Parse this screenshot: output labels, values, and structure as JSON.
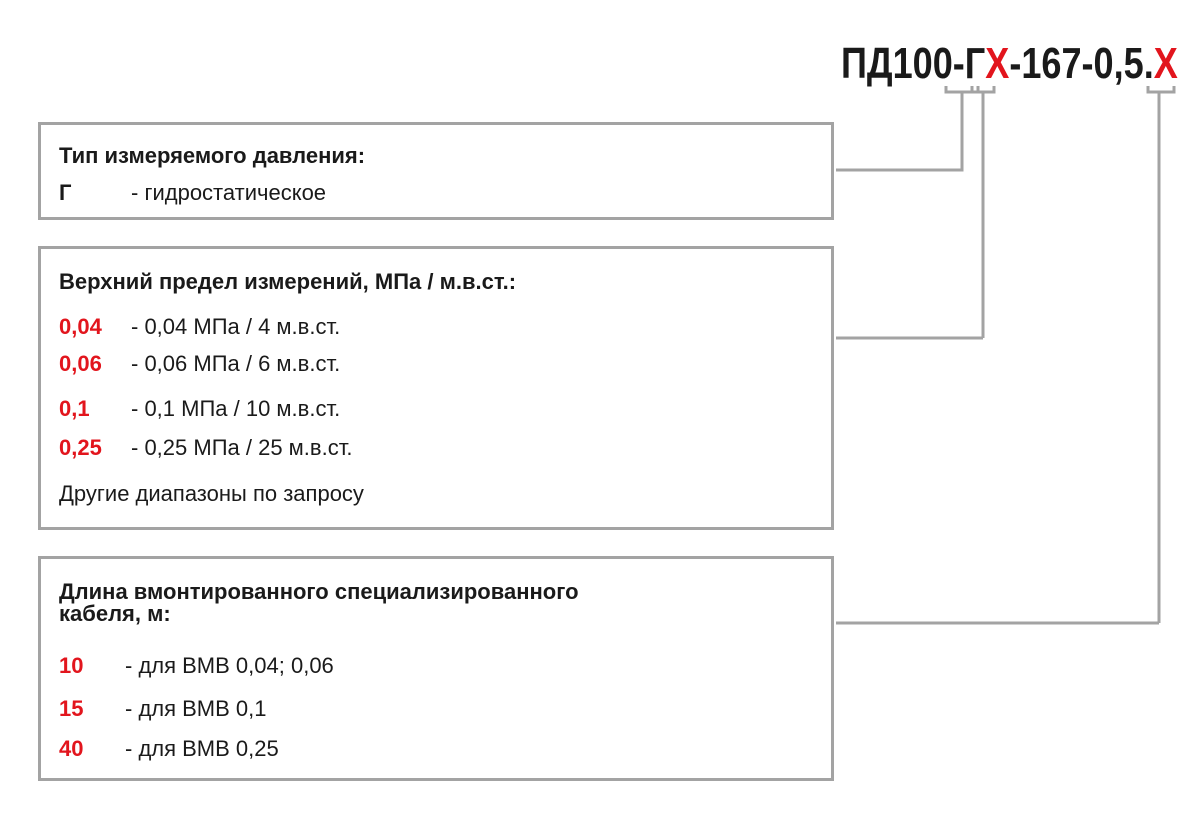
{
  "model_code": {
    "prefix": "ПД100-Г",
    "var1": "Х",
    "middle": "-167-0,5.",
    "var2": "Х"
  },
  "pressure_type": {
    "title": "Тип измеряемого давления:",
    "items": [
      {
        "code": "Г",
        "desc": "- гидростатическое"
      }
    ]
  },
  "range": {
    "title": "Верхний предел измерений, МПа / м.в.ст.:",
    "items": [
      {
        "code": "0,04",
        "desc": "- 0,04 МПа / 4 м.в.ст."
      },
      {
        "code": "0,06",
        "desc": "- 0,06 МПа / 6 м.в.ст."
      },
      {
        "code": "0,1",
        "desc": "- 0,1 МПа / 10 м.в.ст."
      },
      {
        "code": "0,25",
        "desc": "- 0,25 МПа / 25 м.в.ст."
      }
    ],
    "note": "Другие диапазоны по запросу"
  },
  "cable": {
    "title_line1": "Длина вмонтированного специализированного",
    "title_line2": "кабеля, м:",
    "items": [
      {
        "code": "10",
        "desc": "- для ВМВ 0,04; 0,06"
      },
      {
        "code": "15",
        "desc": "- для ВМВ 0,1"
      },
      {
        "code": "40",
        "desc": "- для ВМВ 0,25"
      }
    ]
  },
  "colors": {
    "accent": "#e2151d",
    "connector": "#a3a3a3",
    "text": "#1a1a1a"
  }
}
